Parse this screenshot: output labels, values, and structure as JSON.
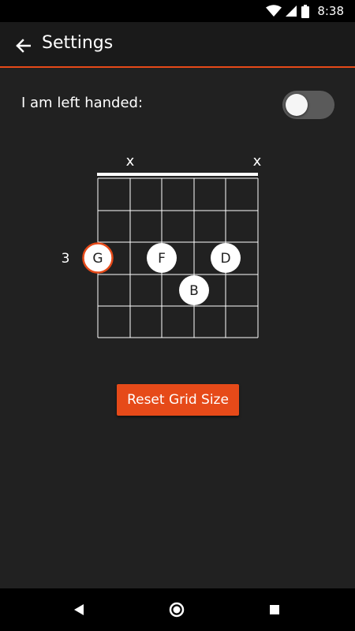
{
  "status_bar": {
    "time": "8:38"
  },
  "app_bar": {
    "title": "Settings"
  },
  "settings": {
    "left_handed_label": "I am left handed:",
    "left_handed": false
  },
  "chord": {
    "muted_markers": [
      "x",
      "x"
    ],
    "fret_label": "3",
    "notes": [
      "G",
      "F",
      "D",
      "B"
    ],
    "root_note": "G"
  },
  "reset_button": {
    "label": "Reset Grid Size"
  },
  "colors": {
    "accent": "#e64a19",
    "background": "#212121",
    "app_bar": "#1a1a1a"
  },
  "icons": {
    "back": "arrow-left-icon",
    "wifi": "wifi-icon",
    "signal": "signal-icon",
    "battery": "battery-icon",
    "nav_back": "triangle-back-icon",
    "nav_home": "circle-home-icon",
    "nav_recents": "square-recents-icon"
  }
}
